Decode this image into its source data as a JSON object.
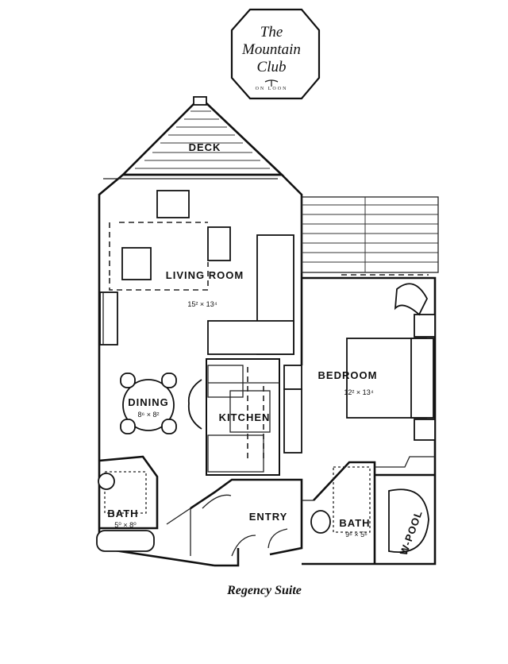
{
  "logo": {
    "line1": "The",
    "line2": "Mountain",
    "line3": "Club",
    "sub": "ON LOON"
  },
  "rooms": {
    "deck": "DECK",
    "living": "LIVING ROOM",
    "living_dim": "15² × 13⁴",
    "dining": "DINING",
    "dining_dim": "8⁶ × 8²",
    "kitchen": "KITCHEN",
    "bedroom": "BEDROOM",
    "bedroom_dim": "12² × 13⁴",
    "entry": "ENTRY",
    "bath_left": "BATH",
    "bath_left_dim": "5⁰ × 8⁰",
    "bath_right": "BATH",
    "bath_right_dim": "9⁶ × 5⁶",
    "whirlpool": "W-POOL"
  },
  "caption": "Regency Suite"
}
